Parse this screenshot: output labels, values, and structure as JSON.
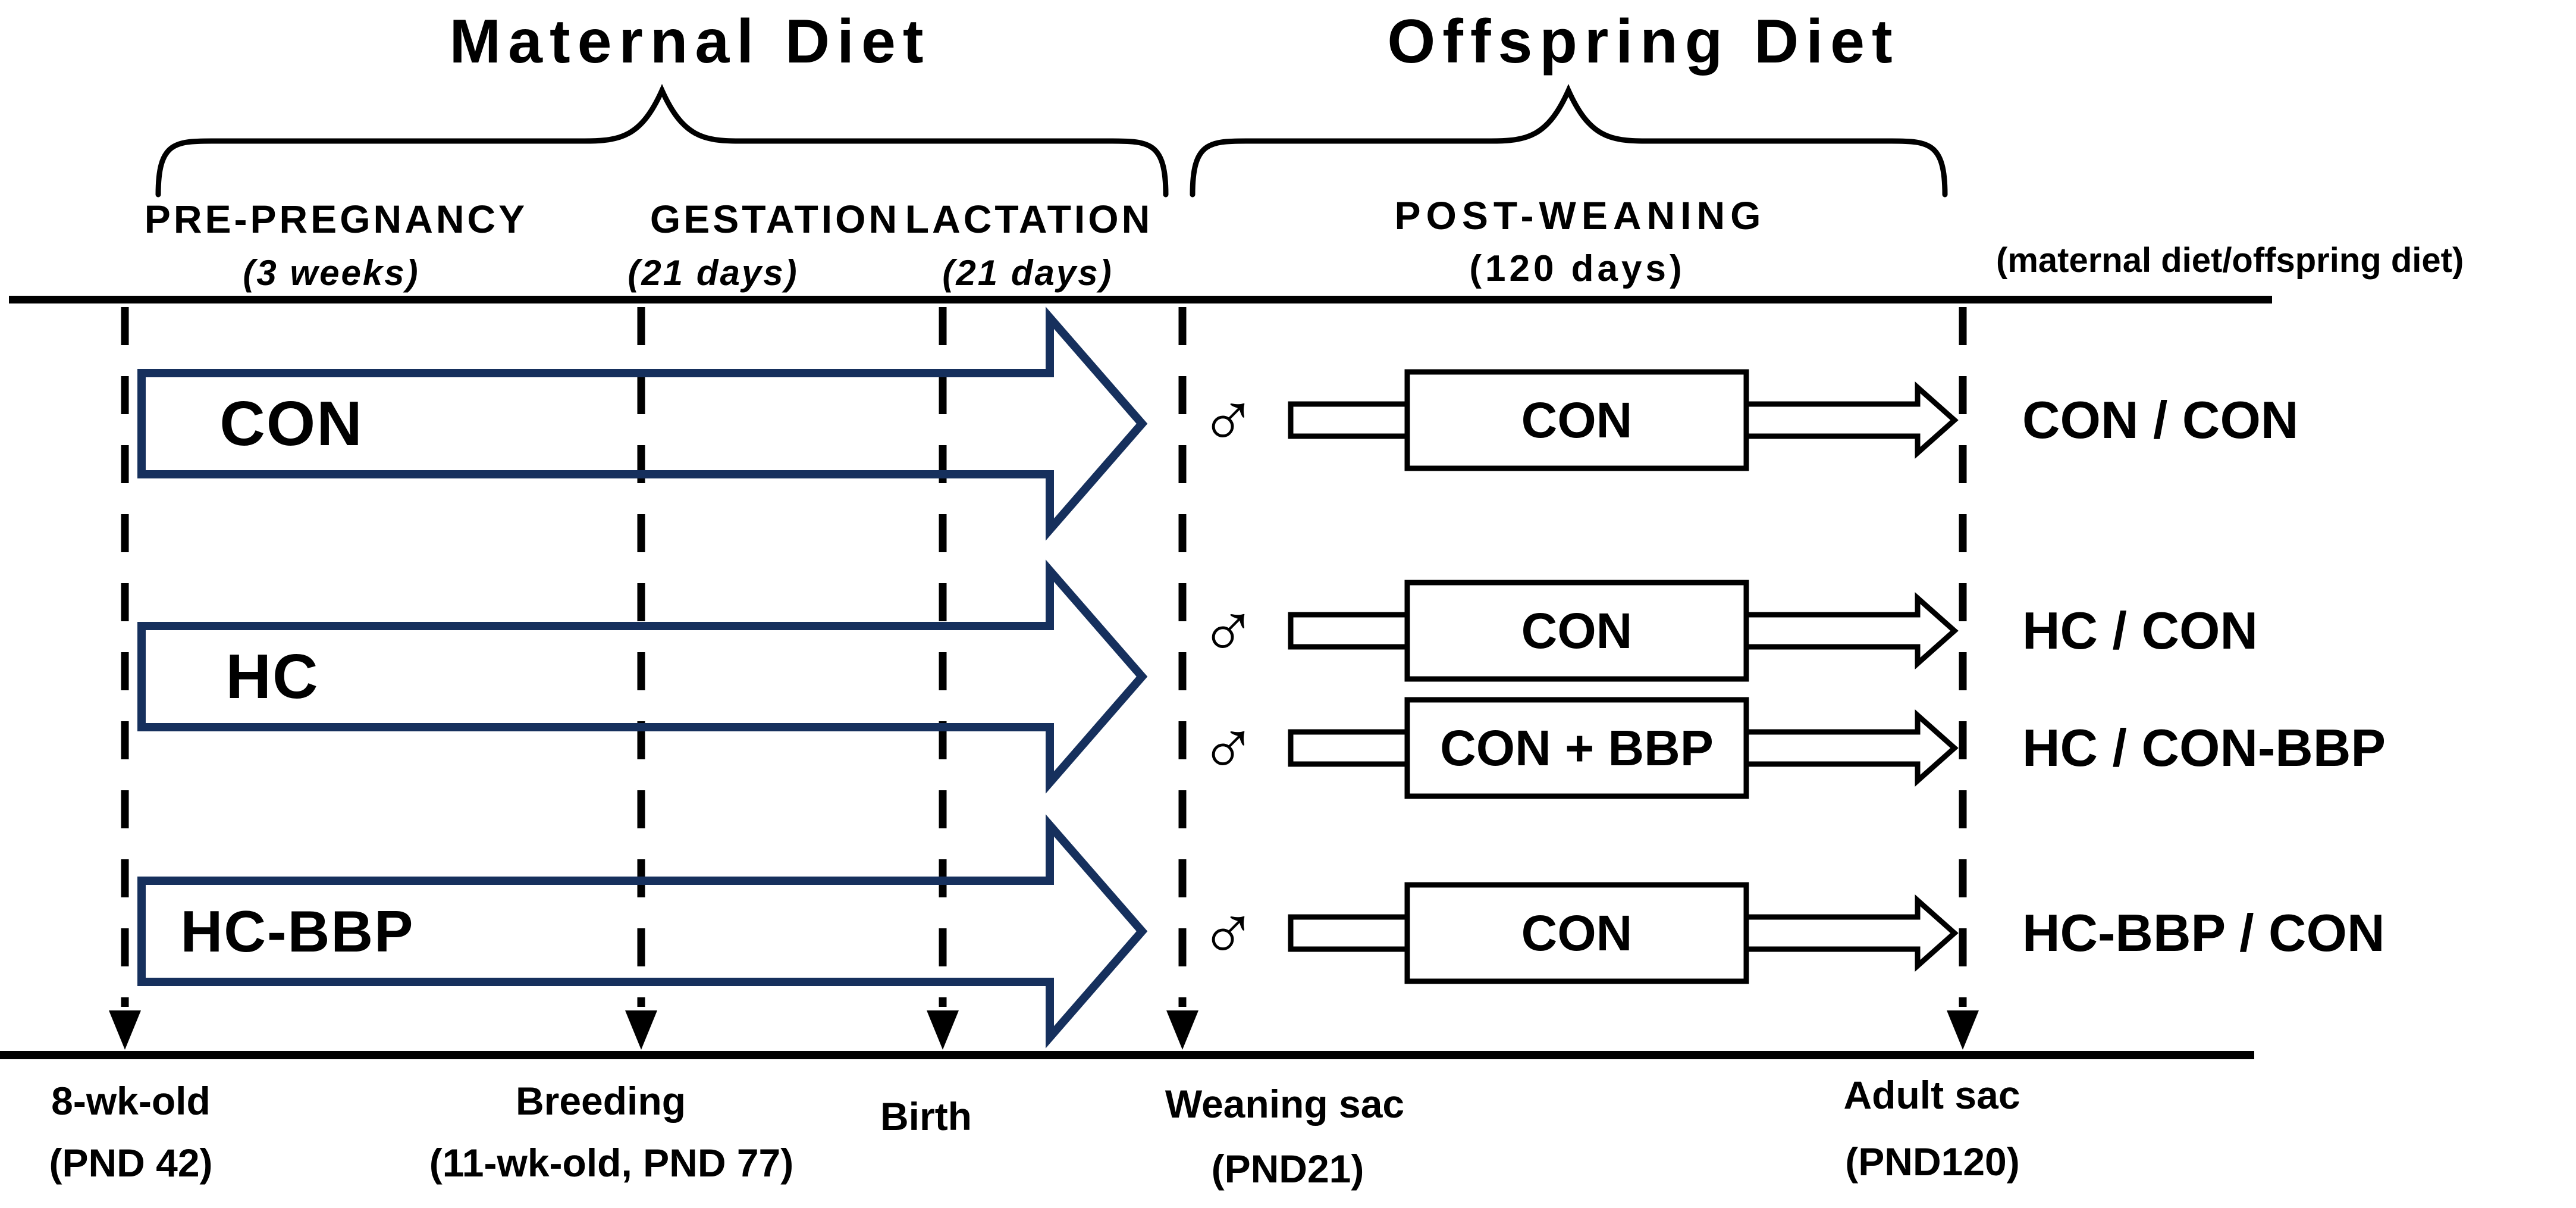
{
  "header": {
    "maternal_title": "Maternal Diet",
    "offspring_title": "Offspring Diet",
    "right_note": "(maternal diet/offspring diet)"
  },
  "phases": {
    "pre_pregnancy": {
      "label": "PRE-PREGNANCY",
      "duration": "(3 weeks)"
    },
    "gestation": {
      "label": "GESTATION",
      "duration": "(21 days)"
    },
    "lactation": {
      "label": "LACTATION",
      "duration": "(21 days)"
    },
    "post_weaning": {
      "label": "POST-WEANING",
      "duration": "(120 days)"
    }
  },
  "maternal_groups": [
    {
      "label": "CON"
    },
    {
      "label": "HC"
    },
    {
      "label": "HC-BBP"
    }
  ],
  "offspring_rows": [
    {
      "sex_symbol": "♂",
      "diet_box": "CON",
      "result": "CON / CON"
    },
    {
      "sex_symbol": "♂",
      "diet_box": "CON",
      "result": "HC / CON"
    },
    {
      "sex_symbol": "♂",
      "diet_box": "CON + BBP",
      "result": "HC / CON-BBP"
    },
    {
      "sex_symbol": "♂",
      "diet_box": "CON",
      "result": "HC-BBP / CON"
    }
  ],
  "timeline": [
    {
      "line1": "8-wk-old",
      "line2": "(PND 42)"
    },
    {
      "line1": "Breeding",
      "line2": "(11-wk-old, PND 77)"
    },
    {
      "line1": "Birth",
      "line2": ""
    },
    {
      "line1": "Weaning sac",
      "line2": "(PND21)"
    },
    {
      "line1": "Adult sac",
      "line2": "(PND120)"
    }
  ],
  "colors": {
    "arrow_outline": "#16305d",
    "ink": "#000000",
    "background": "#ffffff"
  }
}
